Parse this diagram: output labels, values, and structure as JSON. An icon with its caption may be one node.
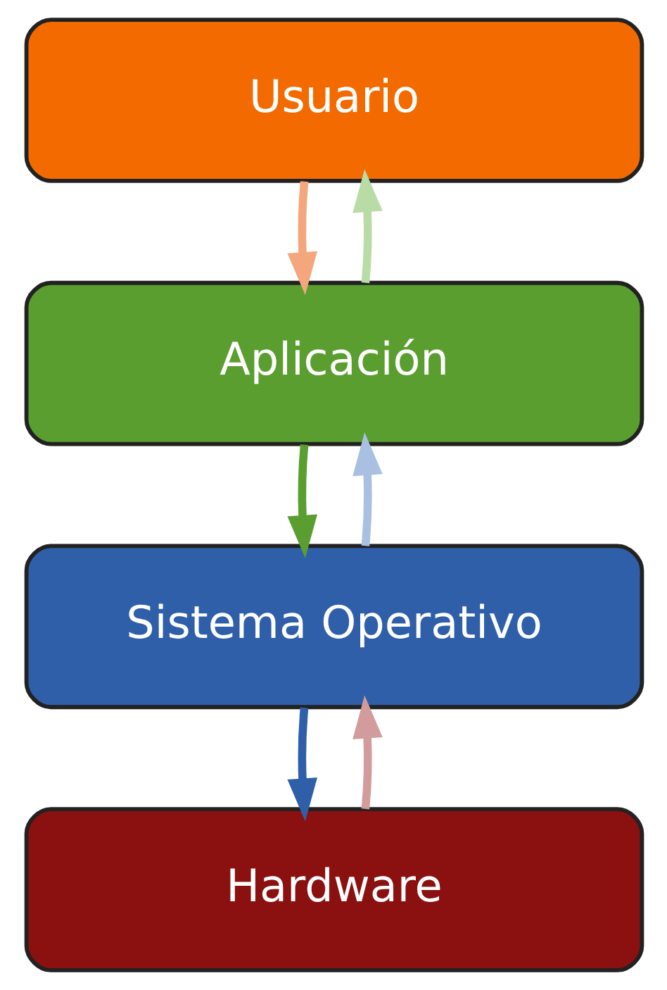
{
  "diagram": {
    "nodes": [
      {
        "text": [
          "Usuario"
        ]
      },
      {
        "text": [
          "Aplicación"
        ]
      },
      {
        "text": [
          "Sistema Operativo"
        ]
      },
      {
        "text": [
          "Hardware"
        ]
      }
    ],
    "edges": [
      {
        "from": 0,
        "to": 1,
        "arrow": "to",
        "color": "#f4a77c"
      },
      {
        "from": 1,
        "to": 0,
        "arrow": "to",
        "color": "#b9dca6"
      },
      {
        "from": 1,
        "to": 2,
        "arrow": "to",
        "color": "#5a9e2f"
      },
      {
        "from": 2,
        "to": 1,
        "arrow": "to",
        "color": "#a9c0e2"
      },
      {
        "from": 2,
        "to": 3,
        "arrow": "to",
        "color": "#2f5fa8"
      },
      {
        "from": 3,
        "to": 2,
        "arrow": "to",
        "color": "#d29c9c"
      }
    ]
  }
}
